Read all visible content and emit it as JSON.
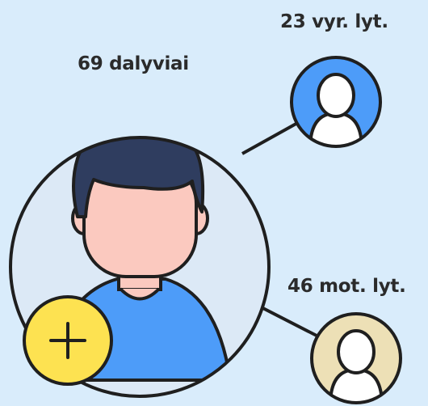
{
  "diagram": {
    "total_label": "69 dalyviai",
    "male_label": "23 vyr. lyt.",
    "female_label": "46 mot. lyt."
  },
  "icons": {
    "main": "person-avatar-icon",
    "male": "user-silhouette-icon",
    "female": "user-silhouette-icon",
    "add": "plus-icon"
  },
  "colors": {
    "background": "#d9ecfb",
    "main_circle": "#dce9f6",
    "male_circle": "#4d9cf9",
    "female_circle": "#ede0b6",
    "add_button": "#fde251",
    "hair": "#2f3d5f",
    "skin": "#fbc9bf",
    "shirt": "#4d9cf9",
    "outline": "#1f1f1f"
  }
}
